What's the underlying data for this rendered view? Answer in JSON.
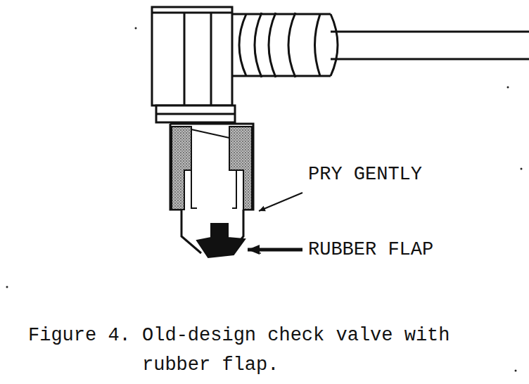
{
  "diagram": {
    "caption": "Figure 4. Old-design check valve with rubber flap.",
    "labels": [
      "PRY GENTLY",
      "RUBBER FLAP"
    ]
  }
}
